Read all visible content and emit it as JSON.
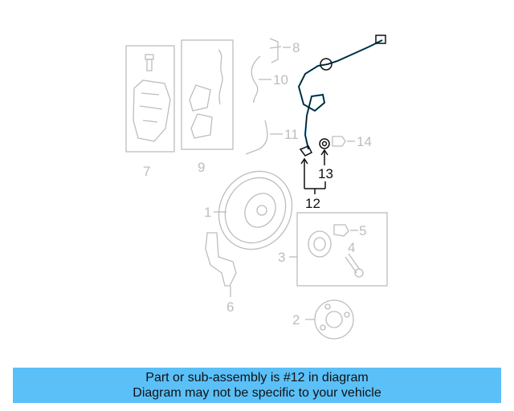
{
  "diagram": {
    "callouts": {
      "c1": "1",
      "c2": "2",
      "c3": "3",
      "c4": "4",
      "c5": "5",
      "c6": "6",
      "c7": "7",
      "c8": "8",
      "c9": "9",
      "c10": "10",
      "c11": "11",
      "c12": "12",
      "c13": "13",
      "c14": "14"
    },
    "highlight_color": "#4fc3f7",
    "highlighted_part": "12"
  },
  "banner": {
    "line1": "Part or sub-assembly is #12 in diagram",
    "line2": "Diagram may not be specific to your vehicle",
    "background": "#5bc0f8"
  }
}
